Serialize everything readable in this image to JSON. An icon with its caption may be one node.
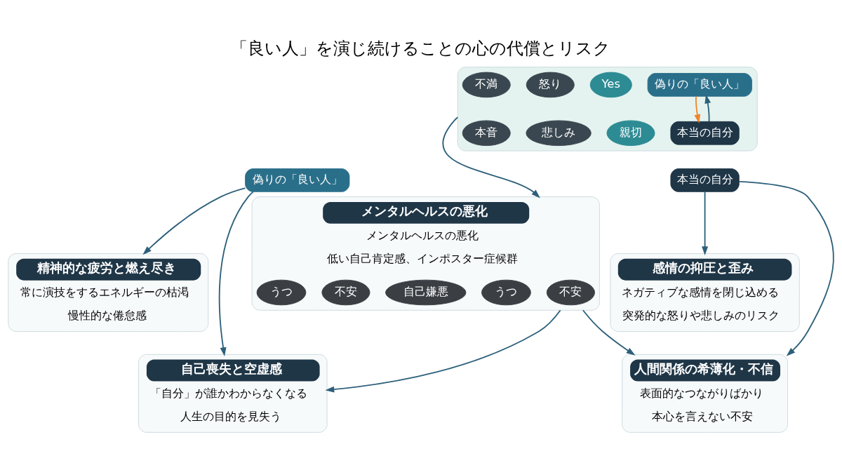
{
  "diagram": {
    "title": "「良い人」を演じ続けることの心の代償とリスク",
    "nodes": [
      {
        "text": [],
        "shape": "picture"
      },
      {
        "text": [
          "偽りの「良い人」"
        ],
        "in": 0
      },
      {
        "text": [
          "本当の自分"
        ],
        "in": 0
      },
      {
        "text": [
          "Yes"
        ],
        "in": 0
      },
      {
        "text": [
          "親切"
        ],
        "in": 0
      },
      {
        "text": [
          "怒り"
        ],
        "in": 0
      },
      {
        "text": [
          "悲しみ"
        ],
        "in": 0
      },
      {
        "text": [
          "不満"
        ],
        "in": 0
      },
      {
        "text": [
          "本音"
        ],
        "in": 0
      },
      {
        "text": [
          "偽りの「良い人」"
        ]
      },
      {
        "text": [
          "本当の自分"
        ]
      },
      {
        "text": [
          "精神的な疲労と燃え尽き",
          "常に演技をするエネルギーの枯渇",
          "慢性的な倦怠感"
        ]
      },
      {
        "text": [
          "感情の抑圧と歪み",
          "ネガティブな感情を閉じ込める",
          "突発的な怒りや悲しみのリスク"
        ]
      },
      {
        "text": [
          "自己喪失と空虚感",
          "「自分」が誰かわからなくなる",
          "人生の目的を見失う"
        ]
      },
      {
        "text": [
          "メンタルヘルスの悪化",
          "メンタルヘルスの悪化",
          "低い自己肯定感、インポスター症候群"
        ]
      },
      {
        "text": [
          "人間関係の希薄化・不信",
          "表面的なつながりばかり",
          "本心を言えない不安"
        ]
      },
      {
        "text": [
          "不安"
        ],
        "in": 14
      },
      {
        "text": [
          "うつ"
        ],
        "in": 14
      },
      {
        "text": [
          "自己嫌悪"
        ],
        "in": 14
      },
      {
        "text": [
          "不安"
        ],
        "in": 14
      },
      {
        "text": [
          "うつ"
        ],
        "in": 14
      }
    ],
    "edges": [
      {
        "from": 1,
        "to": 2,
        "arrow": "to",
        "color": "#f0842c"
      },
      {
        "from": 2,
        "to": 1,
        "arrow": "to"
      },
      {
        "from": 0,
        "to": 14,
        "arrow": "to"
      },
      {
        "from": 9,
        "to": 11,
        "arrow": "to"
      },
      {
        "from": 9,
        "to": 13,
        "arrow": "to"
      },
      {
        "from": 10,
        "to": 12,
        "arrow": "to"
      },
      {
        "from": 10,
        "to": 15,
        "arrow": "to"
      },
      {
        "from": 14,
        "to": 13,
        "arrow": "to"
      },
      {
        "from": 14,
        "to": 15,
        "arrow": "to"
      }
    ]
  }
}
